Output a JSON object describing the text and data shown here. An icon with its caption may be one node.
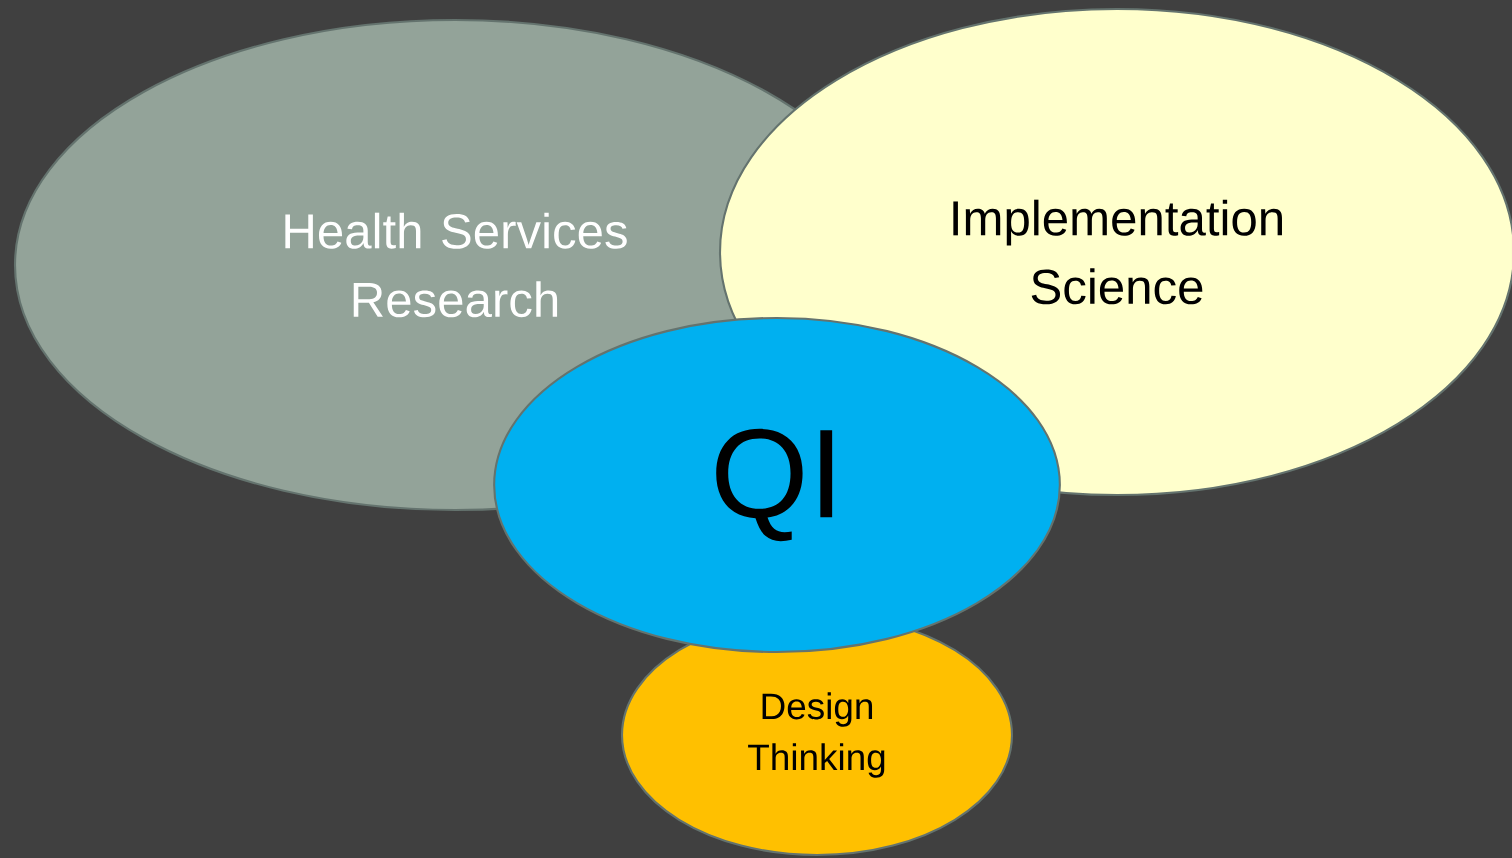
{
  "diagram": {
    "nodes": [
      {
        "text": [
          "Health Services Research"
        ]
      },
      {
        "text": [
          "Implementation Science"
        ]
      },
      {
        "text": [
          "QI"
        ]
      },
      {
        "text": [
          "Design Thinking"
        ]
      }
    ]
  }
}
